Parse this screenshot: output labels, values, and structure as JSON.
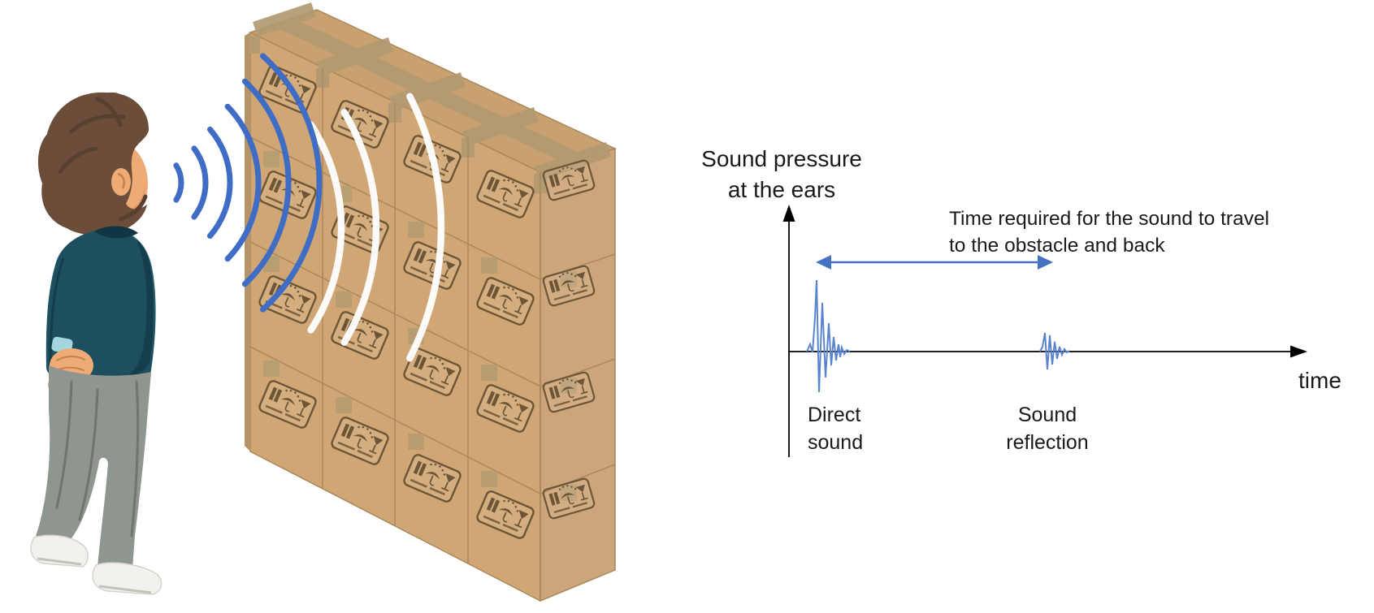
{
  "scene": {
    "description": "Illustration of a boy speaking toward a wall of stacked cardboard boxes; sound travels to the wall and reflects back, shown as a sound-pressure-versus-time sketch",
    "background_color": "#ffffff"
  },
  "illustration": {
    "person": "boy seen from behind, hands clasped behind his back, facing the box wall",
    "wall": "stack of cardboard boxes (4 rows tall, 4 columns wide plus end face) with fragile labels and packing tape",
    "waves": {
      "incident_name": "blue sound-wave arcs from the boy toward the wall",
      "incident_color": "#3f6dc6",
      "incident_count": 6,
      "reflected_name": "white reflected-wave arcs on the wall",
      "reflected_color": "#ffffff",
      "reflected_count": 3
    },
    "colors": {
      "box_front": "#d0a674",
      "box_end": "#cda57a",
      "box_top": "#c9a170",
      "tape": "#b39a72",
      "label_ink": "#6d5637",
      "jacket": "#1d4f5e",
      "pants": "#8f958f",
      "hair": "#6b4d3a",
      "skin": "#efab76",
      "shoes": "#f2f1ec"
    }
  },
  "plot": {
    "y_axis_label_line1": "Sound pressure",
    "y_axis_label_line2": "at the ears",
    "x_axis_label": "time",
    "annotation_line1": "Time required for the sound to travel",
    "annotation_line2": "to the obstacle and back",
    "direct_label_line1": "Direct",
    "direct_label_line2": "sound",
    "reflection_label_line1": "Sound",
    "reflection_label_line2": "reflection",
    "accent_color": "#4472c4",
    "waveform_color": "#5b84ce",
    "axis_color": "#000000"
  },
  "chart_data": {
    "type": "line",
    "title": "",
    "xlabel": "time",
    "ylabel": "Sound pressure at the ears",
    "annotations": [
      "Time required for the sound to travel to the obstacle and back"
    ],
    "series": [
      {
        "name": "Direct sound",
        "description": "large decaying oscillation right after the origin",
        "relative_arrival_time": 0.05,
        "peak_relative_amplitude": 1.0
      },
      {
        "name": "Sound reflection",
        "description": "small decaying oscillation arriving later",
        "relative_arrival_time": 0.5,
        "peak_relative_amplitude": 0.28
      }
    ],
    "axis_style": "schematic axes with arrowheads, no ticks or numeric values",
    "legend_position": "none",
    "grid": false
  }
}
